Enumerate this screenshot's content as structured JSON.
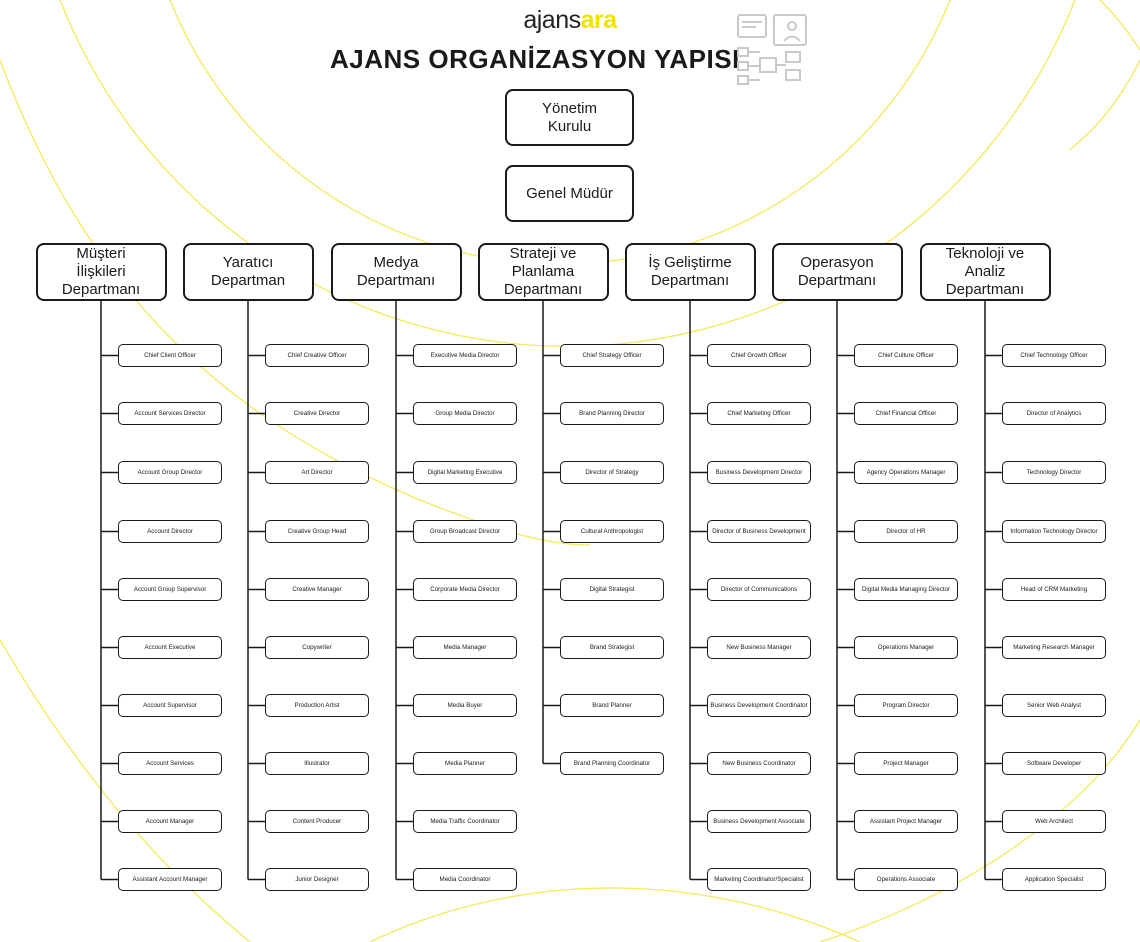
{
  "header": {
    "logo": {
      "part_a": "ajans",
      "part_b": "ara"
    },
    "title": "AJANS ORGANİZASYON YAPISI",
    "icon": "org-chart-icon"
  },
  "top_levels": [
    {
      "label": "Yönetim\nKurulu"
    },
    {
      "label": "Genel Müdür"
    }
  ],
  "departments": [
    {
      "name": "Müşteri\nİlişkileri\nDepartmanı",
      "roles": [
        "Chief Client Officer",
        "Account Services Director",
        "Account Group Director",
        "Account Director",
        "Account Group Supervisor",
        "Account Executive",
        "Account Supervisor",
        "Account Services",
        "Account Manager",
        "Assistant Account Manager"
      ]
    },
    {
      "name": "Yaratıcı\nDepartman",
      "roles": [
        "Chief Creative Officer",
        "Creative Director",
        "Art Director",
        "Creative Group Head",
        "Creative Manager",
        "Copywriter",
        "Production Artist",
        "Illustrator",
        "Content Producer",
        "Junior Designer"
      ]
    },
    {
      "name": "Medya\nDepartmanı",
      "roles": [
        "Executive Media Director",
        "Group Media Director",
        "Digital Marketing Executive",
        "Group Broadcast Director",
        "Corporate Media Director",
        "Media Manager",
        "Media Buyer",
        "Media Planner",
        "Media Traffic Coordinator",
        "Media Coordinator"
      ]
    },
    {
      "name": "Strateji ve\nPlanlama\nDepartmanı",
      "roles": [
        "Chief Strategy Officer",
        "Brand Planning Director",
        "Director of Strategy",
        "Cultural Anthropologist",
        "Digital Strategist",
        "Brand Strategist",
        "Brand Planner",
        "Brand Planning Coordinator"
      ]
    },
    {
      "name": "İş Geliştirme\nDepartmanı",
      "roles": [
        "Chief Growth Officer",
        "Chief Marketing Officer",
        "Business Development Director",
        "Director of Business Development",
        "Director of Communications",
        "New Business Manager",
        "Business Development Coordinator",
        "New Business Coordinator",
        "Business Development Associate",
        "Marketing Coordinator/Specialist"
      ]
    },
    {
      "name": "Operasyon\nDepartmanı",
      "roles": [
        "Chief Culture Officer",
        "Chief Financial Officer",
        "Agency Operations Manager",
        "Director of HR",
        "Digital Media Managing Director",
        "Operations Manager",
        "Program Director",
        "Project Manager",
        "Assistant Project Manager",
        "Operations Associate"
      ]
    },
    {
      "name": "Teknoloji ve\nAnaliz\nDepartmanı",
      "roles": [
        "Chief Technology Officer",
        "Director of Analytics",
        "Technology Director",
        "Information Technology Director",
        "Head of CRM Marketing",
        "Marketing Research Manager",
        "Senior Web Analyst",
        "Software Developer",
        "Web Architect",
        "Application Specialist"
      ]
    }
  ],
  "colors": {
    "accent": "#f2e200",
    "arc": "#f3ea5a",
    "line": "#1a1a1a",
    "icon": "#c9c9c9"
  }
}
